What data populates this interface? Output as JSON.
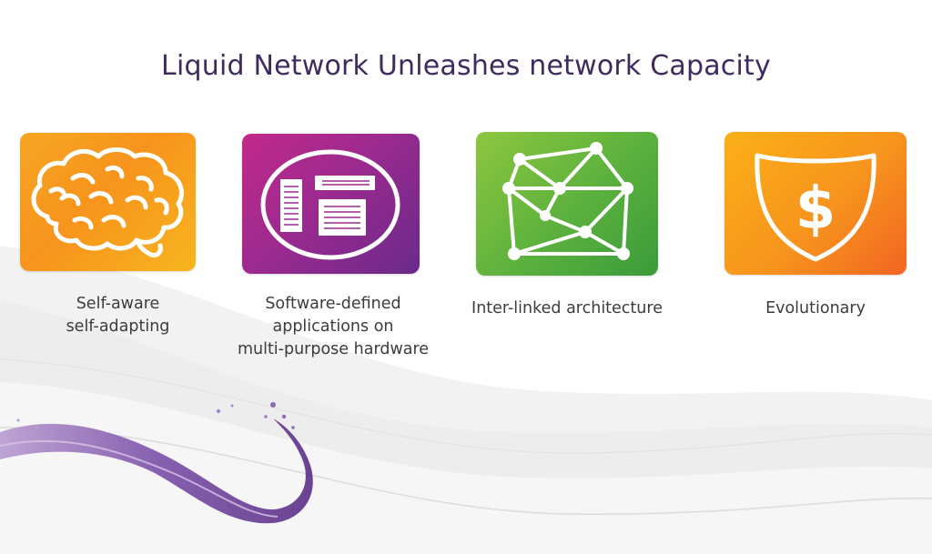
{
  "slide": {
    "title": "Liquid Network Unleashes network Capacity",
    "features": [
      {
        "icon": "brain-icon",
        "caption_lines": [
          "Self-aware",
          "self-adapting"
        ],
        "color_start": "#f5a623",
        "color_end": "#f7b51e"
      },
      {
        "icon": "servers-icon",
        "caption_lines": [
          "Software-defined",
          "applications on",
          "multi-purpose hardware"
        ],
        "color_start": "#c2298a",
        "color_end": "#6a2a8a"
      },
      {
        "icon": "network-mesh-icon",
        "caption_lines": [
          "Inter-linked architecture"
        ],
        "color_start": "#8ec63f",
        "color_end": "#3a9b3a"
      },
      {
        "icon": "dollar-shield-icon",
        "caption_lines": [
          "Evolutionary"
        ],
        "color_start": "#fbb017",
        "color_end": "#f26522"
      }
    ]
  }
}
